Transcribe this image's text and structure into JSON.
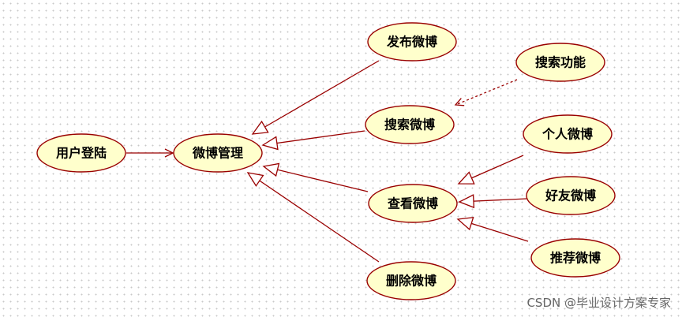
{
  "diagram": {
    "nodes": [
      {
        "id": "login",
        "label": "用户登陆"
      },
      {
        "id": "manage",
        "label": "微博管理"
      },
      {
        "id": "publish",
        "label": "发布微博"
      },
      {
        "id": "search_fn",
        "label": "搜索功能"
      },
      {
        "id": "search",
        "label": "搜索微博"
      },
      {
        "id": "personal",
        "label": "个人微博"
      },
      {
        "id": "view",
        "label": "查看微博"
      },
      {
        "id": "friends",
        "label": "好友微博"
      },
      {
        "id": "recommend",
        "label": "推荐微博"
      },
      {
        "id": "delete",
        "label": "删除微博"
      }
    ],
    "edges": [
      {
        "from": "login",
        "to": "manage",
        "kind": "association"
      },
      {
        "from": "publish",
        "to": "manage",
        "kind": "generalization"
      },
      {
        "from": "search",
        "to": "manage",
        "kind": "generalization"
      },
      {
        "from": "view",
        "to": "manage",
        "kind": "generalization"
      },
      {
        "from": "delete",
        "to": "manage",
        "kind": "generalization"
      },
      {
        "from": "search_fn",
        "to": "search",
        "kind": "dependency"
      },
      {
        "from": "personal",
        "to": "view",
        "kind": "generalization"
      },
      {
        "from": "friends",
        "to": "view",
        "kind": "generalization"
      },
      {
        "from": "recommend",
        "to": "view",
        "kind": "generalization"
      }
    ],
    "colors": {
      "node_fill": "#ffffcc",
      "stroke": "#990000"
    }
  },
  "watermark": "CSDN @毕业设计方案专家"
}
